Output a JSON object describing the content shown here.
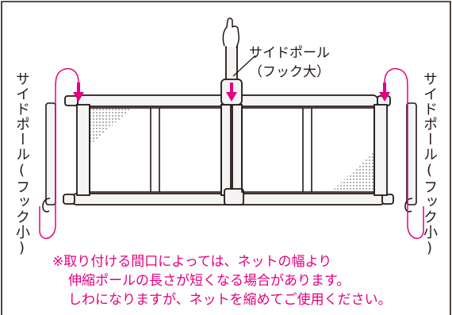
{
  "labels": {
    "side_pole_large": [
      "サイドポール",
      "（フック大）"
    ],
    "side_pole_small_left": "サイドポール(フック小)",
    "side_pole_small_right": "サイドポール(フック小)"
  },
  "note": {
    "lines": [
      "※取り付ける間口によっては、ネットの幅より",
      "伸縮ポールの長さが短くなる場合があります。",
      "しわになりますが、ネットを縮めてご使用ください。"
    ]
  },
  "colors": {
    "line": "#231815",
    "accent": "#e4007f",
    "mesh": "#999999",
    "pipe_fill": "#f2f2f2"
  },
  "icons": [
    "hand-icon",
    "down-arrow-icon"
  ]
}
